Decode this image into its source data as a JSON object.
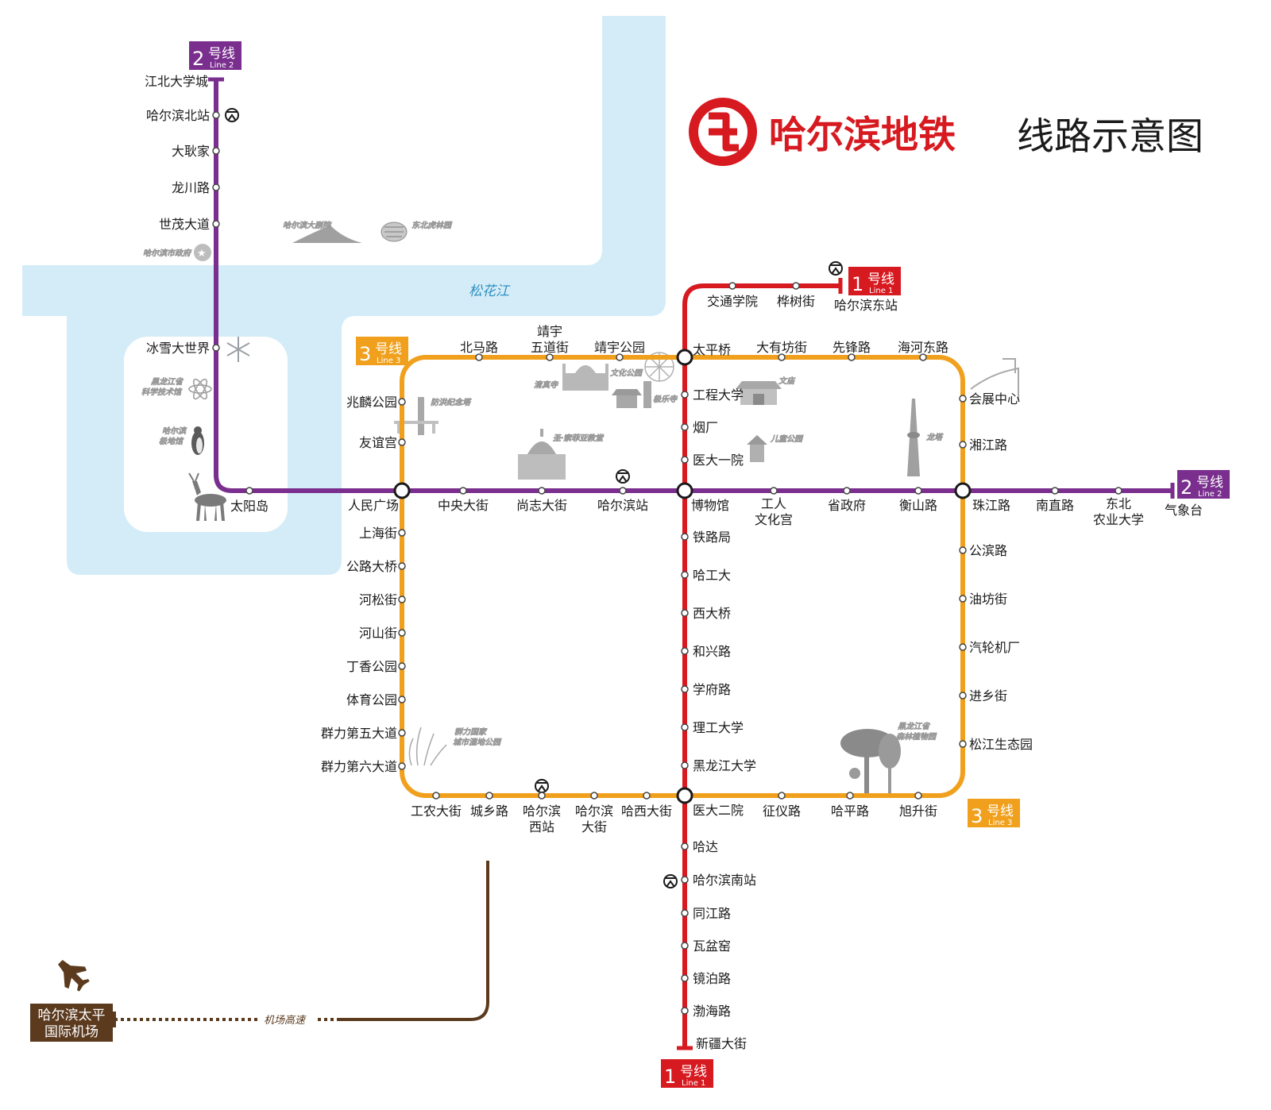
{
  "title": {
    "brand": "哈尔滨地铁",
    "rest": "线路示意图"
  },
  "colors": {
    "line1": "#d71920",
    "line2": "#7a2f8e",
    "line3": "#f0a01c",
    "water": "#d4ecf7",
    "airport": "#5b3a1e",
    "landmark": "#b5b5b5"
  },
  "river_label": "松花江",
  "lines": {
    "line1": {
      "num": "1",
      "han": "号线",
      "en": "Line 1"
    },
    "line2": {
      "num": "2",
      "han": "号线",
      "en": "Line 2"
    },
    "line3": {
      "num": "3",
      "han": "号线",
      "en": "Line 3"
    }
  },
  "stations": {
    "jiangbei_daxuecheng": "江北大学城",
    "haerbin_beizhan": "哈尔滨北站",
    "dageng_jia": "大耿家",
    "longchuan_lu": "龙川路",
    "shimao_dadao": "世茂大道",
    "bingxue_dashijie": "冰雪大世界",
    "taiyang_dao": "太阳岛",
    "renmin_guangchang": "人民广场",
    "zhongyang_dajie": "中央大街",
    "shangzhi_dajie": "尚志大街",
    "haerbin_zhan": "哈尔滨站",
    "bowuguan": "博物馆",
    "gongren_1": "工人",
    "gongren_2": "文化宫",
    "shengzhengfu": "省政府",
    "hengshan_lu": "衡山路",
    "zhujiang_lu": "珠江路",
    "nanzhi_lu": "南直路",
    "dongbei_1": "东北",
    "dongbei_2": "农业大学",
    "qixiangtai": "气象台",
    "jiaotong_xueyuan": "交通学院",
    "huashu_jie": "桦树街",
    "haerbin_dongzhan": "哈尔滨东站",
    "taiping_qiao": "太平桥",
    "gongcheng_daxue": "工程大学",
    "yanchang": "烟厂",
    "yida_yiyuan": "医大一院",
    "tielu_ju": "铁路局",
    "hagongda": "哈工大",
    "xi_daqiao": "西大桥",
    "hexing_lu": "和兴路",
    "xuefu_lu": "学府路",
    "ligong_daxue": "理工大学",
    "heilongjiang_daxue": "黑龙江大学",
    "yida_eryuan": "医大二院",
    "hada": "哈达",
    "haerbin_nanzhan": "哈尔滨南站",
    "tongjiang_lu": "同江路",
    "wapen_yao": "瓦盆窑",
    "jingpo_lu": "镜泊路",
    "bohai_lu": "渤海路",
    "xinjiang_dajie": "新疆大街",
    "beima_lu": "北马路",
    "jingyu_1": "靖宇",
    "jingyu_2": "五道街",
    "jingyu_gongyuan": "靖宇公园",
    "dayoufang_jie": "大有坊街",
    "xianfeng_lu": "先锋路",
    "haihe_donglu": "海河东路",
    "zhaolin_gongyuan": "兆麟公园",
    "youyi_gong": "友谊宫",
    "huizhan_zhongxin": "会展中心",
    "xiangjiang_lu": "湘江路",
    "shanghai_jie": "上海街",
    "gonglu_daqiao": "公路大桥",
    "hesong_jie": "河松街",
    "heshan_jie": "河山街",
    "dingxiang_gongyuan": "丁香公园",
    "tiyu_gongyuan": "体育公园",
    "qunli_5": "群力第五大道",
    "qunli_6": "群力第六大道",
    "gongbin_lu": "公滨路",
    "youfang_jie": "油坊街",
    "qilun_jichang": "汽轮机厂",
    "jinxiang_jie": "进乡街",
    "songjiang_shengtaiyuan": "松江生态园",
    "gongnong_dajie": "工农大街",
    "chengxiang_lu": "城乡路",
    "xizhan_1": "哈尔滨",
    "xizhan_2": "西站",
    "hedajie_1": "哈尔滨",
    "hedajie_2": "大街",
    "haxi_dajie": "哈西大街",
    "zhengyi_lu": "征仪路",
    "haping_lu": "哈平路",
    "xusheng_jie": "旭升街"
  },
  "landmarks": {
    "dajuyuan": "哈尔滨大剧院",
    "hulinyuan": "东北虎林园",
    "shizhengfu": "哈尔滨市政府",
    "kejiguan_1": "黑龙江省",
    "kejiguan_2": "科学技术馆",
    "jidiguan_1": "哈尔滨",
    "jidiguan_2": "极地馆",
    "fanghong": "防洪纪念塔",
    "qingzhensi": "清真寺",
    "wenhua_gongyuan": "文化公园",
    "jilesi": "极乐寺",
    "wenmiao": "文庙",
    "ertong_gongyuan": "儿童公园",
    "sofia": "圣·索菲亚教堂",
    "longta": "龙塔",
    "shidi_1": "群力国家",
    "shidi_2": "城市湿地公园",
    "zhiwuyuan_1": "黑龙江省",
    "zhiwuyuan_2": "森林植物园"
  },
  "airport": {
    "name_1": "哈尔滨太平",
    "name_2": "国际机场",
    "highway": "机场高速"
  }
}
